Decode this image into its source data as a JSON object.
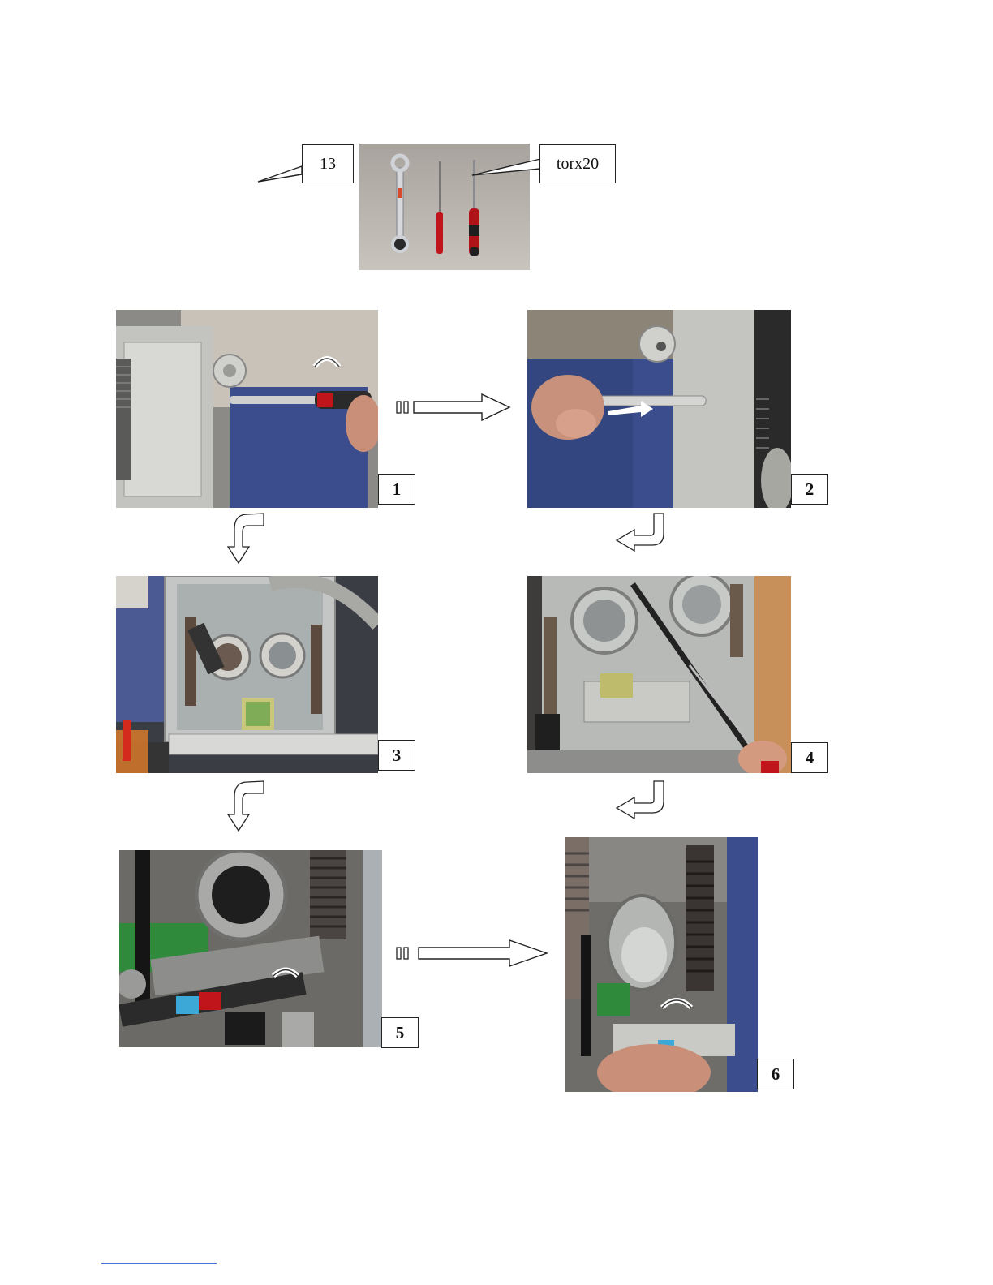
{
  "tools": {
    "callout_left": "13",
    "callout_right": "torx20",
    "items": [
      "wrench-13-icon",
      "small-screwdriver-icon",
      "torx20-screwdriver-icon"
    ]
  },
  "steps": [
    {
      "number": "1",
      "photo": "remove-screw-with-screwdriver"
    },
    {
      "number": "2",
      "photo": "pull-out-hinge-pin"
    },
    {
      "number": "3",
      "photo": "open-housing-view"
    },
    {
      "number": "4",
      "photo": "loosen-inner-screw"
    },
    {
      "number": "5",
      "photo": "rotate-connector"
    },
    {
      "number": "6",
      "photo": "pull-off-connector"
    }
  ],
  "colors": {
    "machine_blue": "#3b4d8c",
    "steel": "#b8b8b4",
    "footnote_rule": "#4a6fd6"
  }
}
